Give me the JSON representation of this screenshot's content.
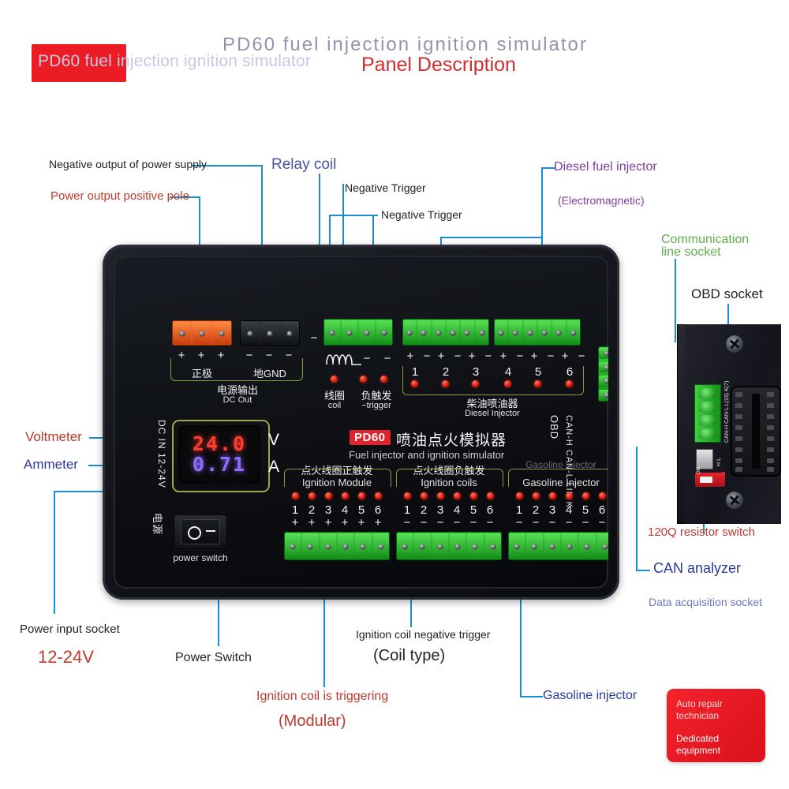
{
  "header": {
    "chip_label": "PD60 fuel injection ignition simulator",
    "ghost_title": "PD60 fuel injection ignition simulator",
    "panel_description": "Panel Description"
  },
  "annotations": {
    "negative_output": "Negative output of power supply",
    "power_output_positive": "Power output positive pole",
    "relay_coil": "Relay coil",
    "negative_trigger_1": "Negative Trigger",
    "negative_trigger_2": "Negative Trigger",
    "diesel_fuel_injector": "Diesel fuel injector",
    "electromagnetic": "(Electromagnetic)",
    "communication_line_socket": "Communication\nline socket",
    "communication_line_socket_l1": "Communication",
    "communication_line_socket_l2": "line socket",
    "obd_socket": "OBD socket",
    "voltmeter": "Voltmeter",
    "ammeter": "Ammeter",
    "resistor_switch": "120Q resistor switch",
    "can_analyzer": "CAN analyzer",
    "data_acquisition_socket": "Data acquisition socket",
    "power_input_socket": "Power input socket",
    "power_input_voltage": "12-24V",
    "power_switch": "Power Switch",
    "ignition_coil_negative_trigger": "Ignition coil negative trigger",
    "coil_type": "(Coil type)",
    "ignition_coil_is_triggering": "Ignition coil is triggering",
    "modular": "(Modular)",
    "gasoline_injector": "Gasoline injector"
  },
  "device": {
    "brand_chip": "PD60",
    "brand_cn": "喷油点火模拟器",
    "brand_en": "Fuel injector and ignition simulator",
    "dc_in_vertical": "DC IN 12-24V",
    "obd_vertical_1": "OBD",
    "obd_vertical_2": "CAN-H CAN-L LIN K",
    "power_cn": "电源",
    "power_switch_en": "power switch",
    "switch_off_symbol": "○",
    "switch_on_symbol": "—",
    "meter": {
      "voltage": "24.0",
      "voltage_unit": "V",
      "current": "0.71",
      "current_unit": "A",
      "voltage_color": "#ff3d2e",
      "current_color": "#8f6bff"
    },
    "dc_out": {
      "plus_symbols": [
        "+",
        "+",
        "+"
      ],
      "minus_symbols": [
        "−",
        "−",
        "−"
      ],
      "positive_cn": "正极",
      "ground_cn": "地GND",
      "group_cn": "电源输出",
      "group_en": "DC Out"
    },
    "relay": {
      "minus_left": "−",
      "minus_a": "−",
      "minus_b": "−",
      "coil_cn": "线圈",
      "coil_en": "coil",
      "trigger_cn": "负触发",
      "trigger_en": "−trigger"
    },
    "diesel": {
      "channels": [
        "1",
        "2",
        "3",
        "4",
        "5",
        "6"
      ],
      "polarity": [
        "+",
        "−",
        "+",
        "−",
        "+",
        "−",
        "+",
        "−",
        "+",
        "−",
        "+",
        "−"
      ],
      "group_cn": "柴油喷油器",
      "group_en": "Diesel Injector"
    },
    "ignition_module": {
      "group_cn": "点火线圈正触发",
      "group_en": "Ignition Module",
      "channels": [
        "1",
        "2",
        "3",
        "4",
        "5",
        "6"
      ],
      "polarity": [
        "+",
        "+",
        "+",
        "+",
        "+",
        "+"
      ]
    },
    "ignition_coils": {
      "group_cn": "点火线圈负触发",
      "group_en": "Ignition coils",
      "channels": [
        "1",
        "2",
        "3",
        "4",
        "5",
        "6"
      ],
      "polarity": [
        "−",
        "−",
        "−",
        "−",
        "−",
        "−"
      ]
    },
    "gasoline_injector": {
      "group_ghost": "Gasoline injector",
      "group_en": "Gasoline Injector",
      "channels": [
        "1",
        "2",
        "3",
        "4",
        "5",
        "6"
      ],
      "polarity": [
        "−",
        "−",
        "−",
        "−",
        "−",
        "−"
      ]
    }
  },
  "inset": {
    "can_labels": "CAN-H CAN-L L(15) K(7)",
    "hl_label": "H L",
    "dip_on": "ON",
    "ohm_label": "120Ω"
  },
  "badge": {
    "line1": "Auto repair\ntechnician",
    "line1a": "Auto repair",
    "line1b": "technician",
    "line2a": "Dedicated",
    "line2b": "equipment"
  },
  "colors": {
    "accent_blue": "#1a8ed1",
    "red": "#c0392b",
    "brand_red": "#e0232c",
    "green": "#5db04a",
    "purple": "#7b3fa0"
  }
}
